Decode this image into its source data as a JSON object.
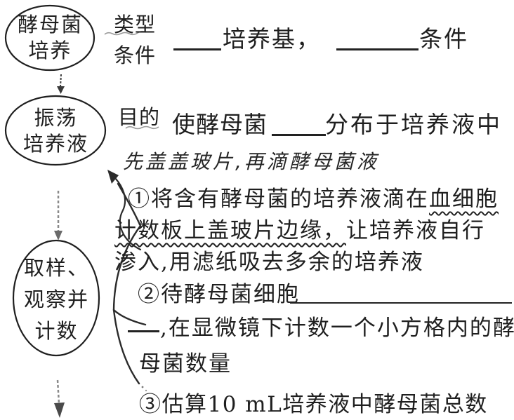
{
  "palette": {
    "ink": "#1f1f1f",
    "faded_ink": "#777777",
    "paper": "#ffffff"
  },
  "nodes": {
    "node1": {
      "line1": "酵母菌",
      "line2": "培养"
    },
    "node2": {
      "line1": "振荡",
      "line2": "培养液"
    },
    "node3": {
      "line1": "取样、",
      "line2": "观察并",
      "line3": "计数"
    }
  },
  "culture_section": {
    "label_type": "类型",
    "label_condition": "条件",
    "text_medium": "培养基，",
    "text_condition": "条件"
  },
  "shake_section": {
    "label_purpose": "目的",
    "text_before_blank": "使酵母菌",
    "text_after_blank": "分布于培养液中"
  },
  "handwritten_note": {
    "text": "先盖盖玻片,再滴酵母菌液"
  },
  "count_section": {
    "step1": {
      "line1_text": "①将含有酵母菌的培养液滴在",
      "line1_underlined": "血细胞",
      "line2_underlined": "计数板上盖玻片边缘，",
      "line2_text": "让培养液自行",
      "line3_text": "渗入,用滤纸吸去多余的培养液"
    },
    "step2": {
      "line1_text": "②待酵母菌细胞",
      "line2_text": ",在显微镜下计数一个小方格内的酵",
      "line3_text": "母菌数量"
    },
    "step3": {
      "text": "③估算10 mL培养液中酵母菌总数"
    }
  }
}
